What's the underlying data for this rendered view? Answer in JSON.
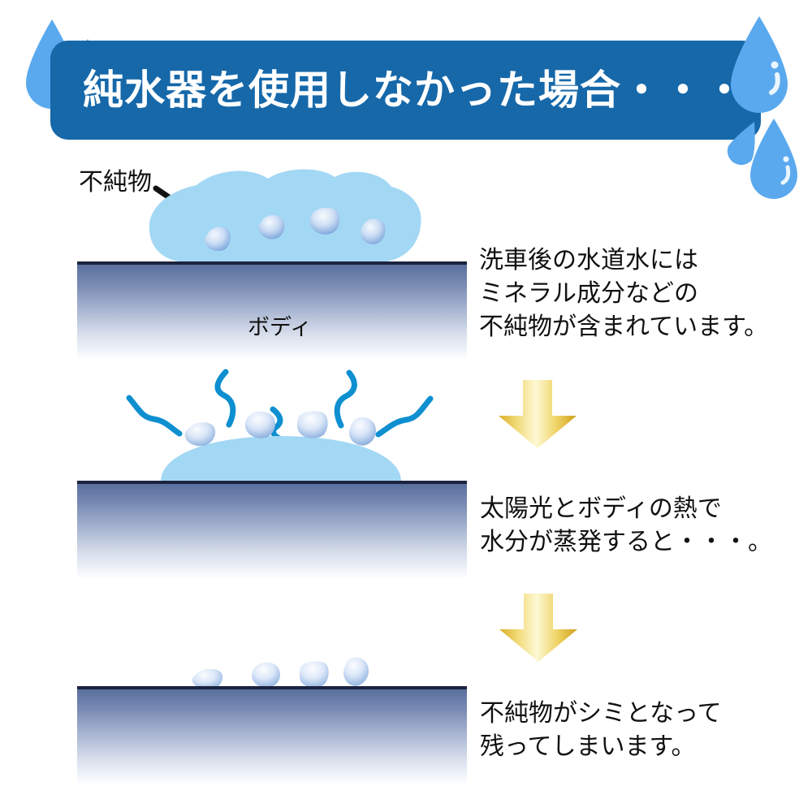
{
  "header": {
    "title": "純水器を使用しなかった場合・・・",
    "banner_color": "#1668a9",
    "title_color": "#ffffff",
    "droplet_color": "#5aa9ee",
    "droplets": [
      {
        "name": "droplet-top-left-large"
      },
      {
        "name": "droplet-top-left-small"
      },
      {
        "name": "droplet-top-right-large"
      },
      {
        "name": "droplet-bottom-right-small"
      },
      {
        "name": "droplet-bottom-right-medium"
      }
    ]
  },
  "diagram": {
    "impurity_label": "不純物",
    "body_label": "ボディ",
    "water_color": "#a3d8f4",
    "crystal_color": "#b9cdeb",
    "squiggle_color": "#0d8fd0",
    "body_gradient_top": "#5a6f9e",
    "body_gradient_bottom": "#fdfdff",
    "body_border_color": "#1b2340",
    "stages": [
      {
        "name": "stage-1-water-with-impurities",
        "crystal_count": 4,
        "has_blob": true,
        "squiggle_count": 0
      },
      {
        "name": "stage-2-evaporating",
        "crystal_count": 4,
        "has_blob": true,
        "squiggle_count": 5
      },
      {
        "name": "stage-3-water-spots",
        "crystal_count": 4,
        "has_blob": false,
        "squiggle_count": 0
      }
    ]
  },
  "arrows": {
    "color_light": "#fdf6c8",
    "color_dark": "#d9ae24",
    "items": [
      {
        "name": "arrow-step-1-to-2"
      },
      {
        "name": "arrow-step-2-to-3"
      }
    ]
  },
  "captions": {
    "step1": "洗車後の水道水には\nミネラル成分などの\n不純物が含まれています。",
    "step2": "太陽光とボディの熱で\n水分が蒸発すると・・・。",
    "step3": "不純物がシミとなって\n残ってしまいます。"
  }
}
